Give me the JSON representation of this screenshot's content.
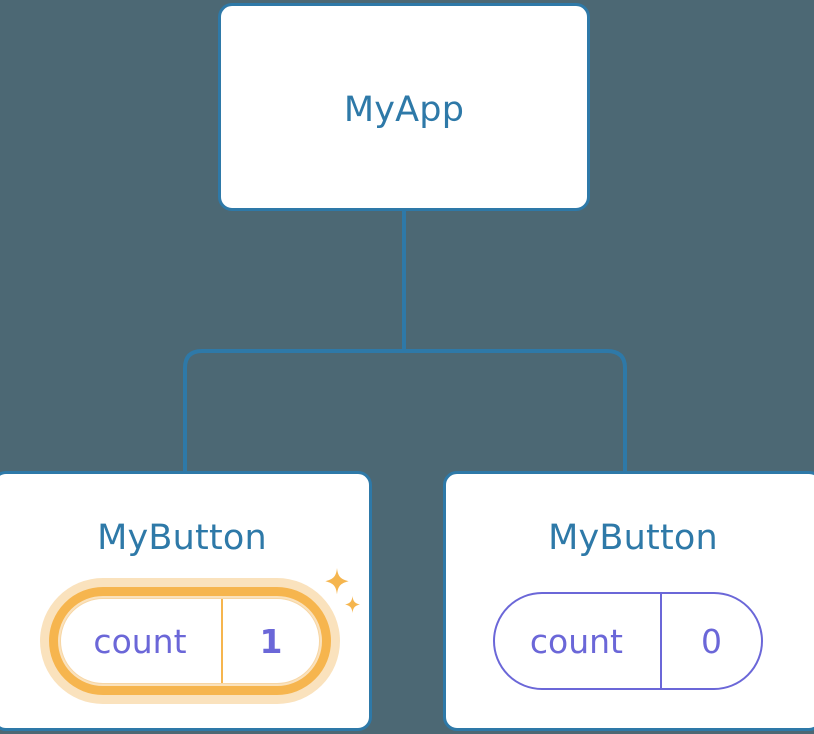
{
  "diagram": {
    "type": "component-tree",
    "title": "MyApp component tree with MyButton children",
    "background_color": "#4c6874",
    "connector_color": "#2e79a8"
  },
  "colors": {
    "card_background": "#ffffff",
    "card_border": "#2e79a8",
    "node_title": "#2e79a8",
    "state_text": "#6b67d8",
    "state_border": "#6b67d8",
    "highlight_ring": "#f6b54e",
    "highlight_halo": "#fae2bd",
    "sparkle": "#f5b council"
  },
  "root": {
    "title": "MyApp",
    "state": null
  },
  "children": [
    {
      "title": "MyButton",
      "state": {
        "key": "count",
        "value": "1",
        "highlighted": true,
        "sparkle": true
      }
    },
    {
      "title": "MyButton",
      "state": {
        "key": "count",
        "value": "0",
        "highlighted": false,
        "sparkle": false
      }
    }
  ],
  "icons": {
    "sparkle_large": "sparkle-icon",
    "sparkle_small": "sparkle-icon"
  }
}
